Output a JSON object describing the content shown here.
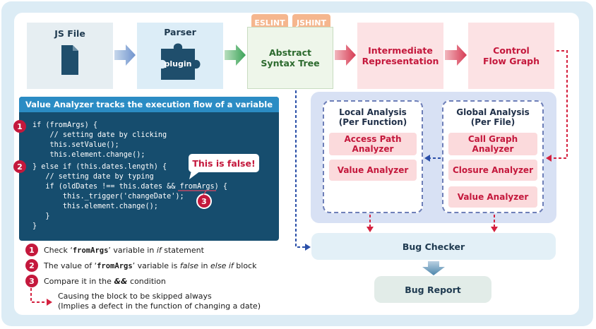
{
  "pipeline": {
    "js_file": "JS File",
    "parser": "Parser",
    "plugin": "plugin",
    "ast": "Abstract Syntax Tree",
    "ir": "Intermediate Representation",
    "cfg": "Control Flow Graph",
    "eslint": "ESLINT",
    "jshint": "JSHINT"
  },
  "local": {
    "title": "Local Analysis",
    "subtitle": "(Per Function)",
    "items": [
      "Access Path Analyzer",
      "Value Analyzer"
    ]
  },
  "global": {
    "title": "Global Analysis",
    "subtitle": "(Per File)",
    "items": [
      "Call Graph Analyzer",
      "Closure Analyzer",
      "Value Analyzer"
    ]
  },
  "bug_checker": "Bug Checker",
  "bug_report": "Bug Report",
  "code": {
    "header": "Value Analyzer tracks the execution flow of a variable",
    "lines": [
      "if (fromArgs) {",
      "    // setting date by clicking",
      "    this.setValue();",
      "    this.element.change();",
      "} else if (this.dates.length) {",
      "   // setting date by typing",
      "   if (oldDates !== this.dates && fromArgs) {",
      "       this._trigger('changeDate');",
      "       this.element.change();",
      "   }",
      "}"
    ],
    "callout": "This is false!"
  },
  "legend": {
    "markers": [
      "1",
      "2",
      "3"
    ],
    "item1": {
      "a": "Check ‘",
      "code": "fromArgs",
      "b": "’ variable in ",
      "c": "if",
      "d": " statement"
    },
    "item2": {
      "a": "The value of ‘",
      "code": "fromArgs",
      "b": "’ variable is ",
      "c": "false",
      "d": " in ",
      "e": "else if",
      "f": " block"
    },
    "item3": {
      "a": "Compare it in the ",
      "c": "&&",
      "d": " condition"
    },
    "item4_line1": "Causing the block to be skipped always",
    "item4_line2": "(Implies a defect in the function of changing a date)"
  },
  "colors": {
    "accent_red": "#c4183c",
    "code_bg": "#164d6e",
    "code_header": "#2b8cc4",
    "panel_bg": "#dcecf5",
    "analysis_bg": "#d8e1f4"
  }
}
